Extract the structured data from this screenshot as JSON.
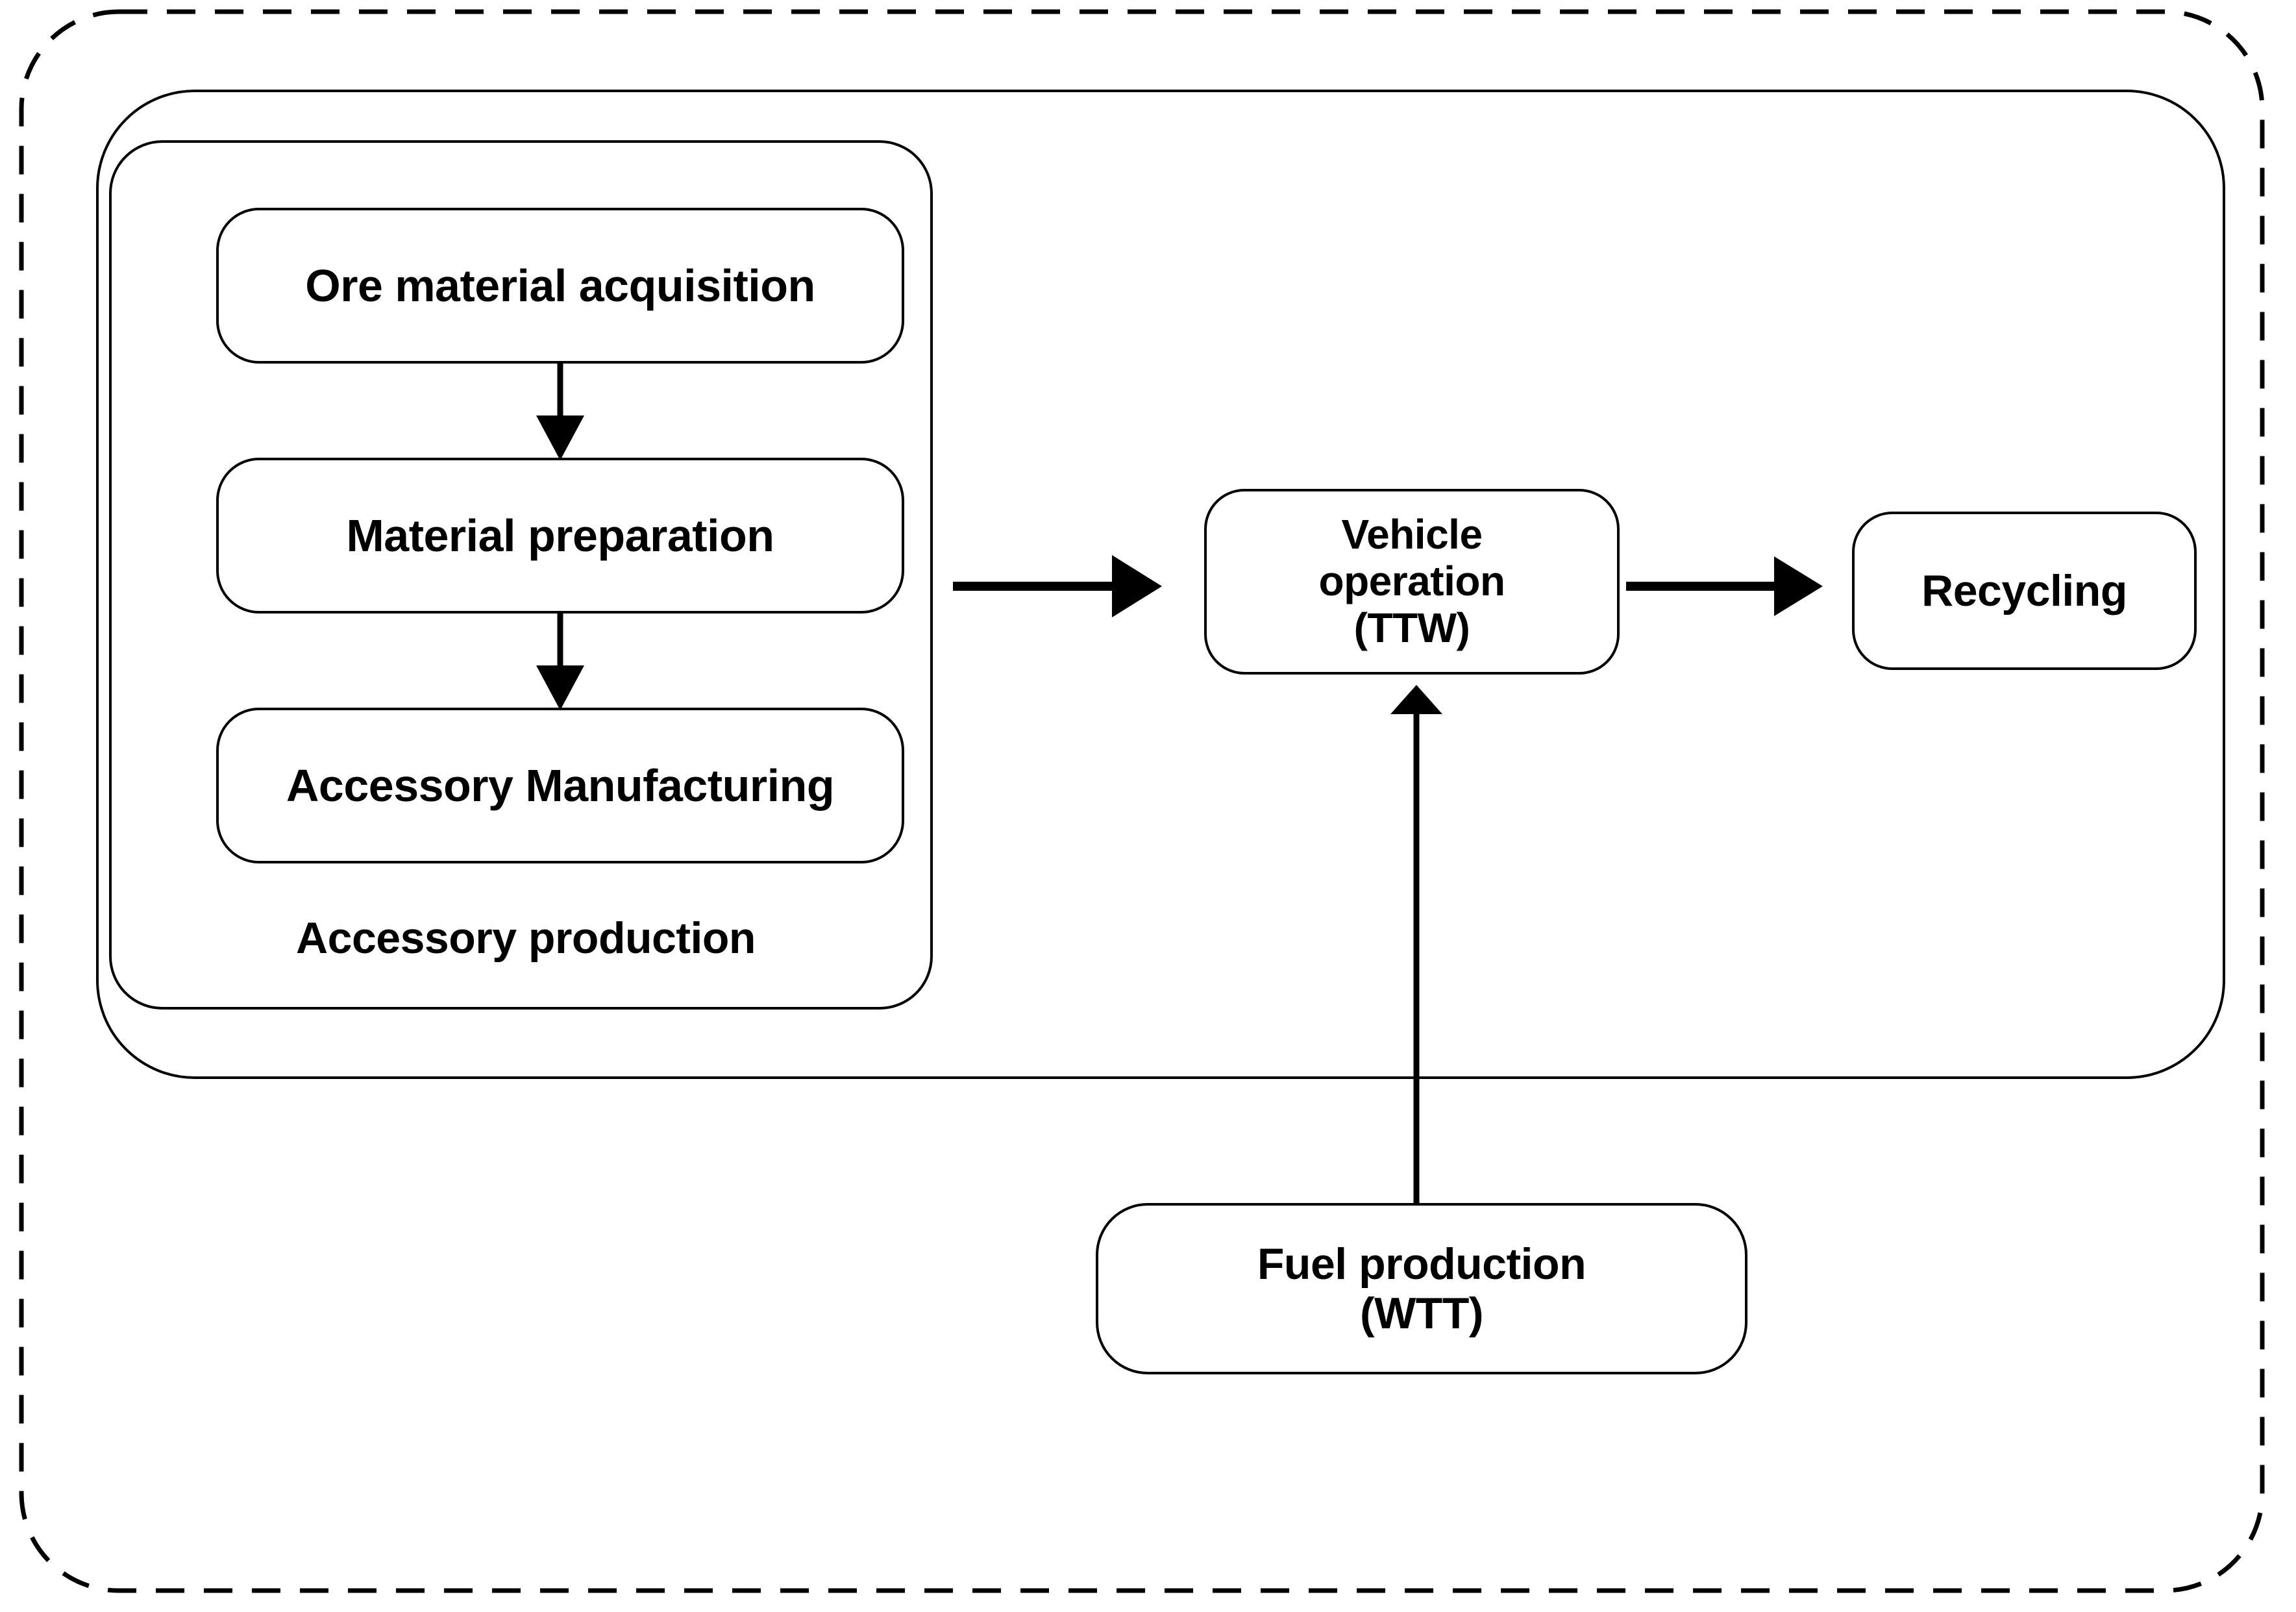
{
  "diagram": {
    "type": "flowchart",
    "title": "",
    "system_boundary": {
      "name": "outer-dashed-boundary",
      "style": "dashed",
      "label": ""
    },
    "vehicle_lifecycle_boundary": {
      "name": "vehicle-lifecycle-boundary",
      "style": "solid",
      "label": ""
    },
    "groups": [
      {
        "id": "accessory-production",
        "label": "Accessory production",
        "style": "solid-rounded",
        "members": [
          "ore-material-acquisition",
          "material-preparation",
          "accessory-manufacturing"
        ]
      }
    ],
    "nodes": [
      {
        "id": "ore-material-acquisition",
        "label": "Ore material acquisition"
      },
      {
        "id": "material-preparation",
        "label": "Material preparation"
      },
      {
        "id": "accessory-manufacturing",
        "label": "Accessory Manufacturing"
      },
      {
        "id": "vehicle-operation",
        "label": "Vehicle\noperation\n(TTW)"
      },
      {
        "id": "recycling",
        "label": "Recycling"
      },
      {
        "id": "fuel-production",
        "label": "Fuel production\n(WTT)"
      }
    ],
    "edges": [
      {
        "from": "ore-material-acquisition",
        "to": "material-preparation",
        "direction": "down"
      },
      {
        "from": "material-preparation",
        "to": "accessory-manufacturing",
        "direction": "down"
      },
      {
        "from": "accessory-production",
        "to": "vehicle-operation",
        "direction": "right"
      },
      {
        "from": "vehicle-operation",
        "to": "recycling",
        "direction": "right"
      },
      {
        "from": "fuel-production",
        "to": "vehicle-operation",
        "direction": "up"
      }
    ],
    "colors": {
      "stroke": "#000000",
      "fill": "#ffffff",
      "text": "#000000"
    }
  }
}
